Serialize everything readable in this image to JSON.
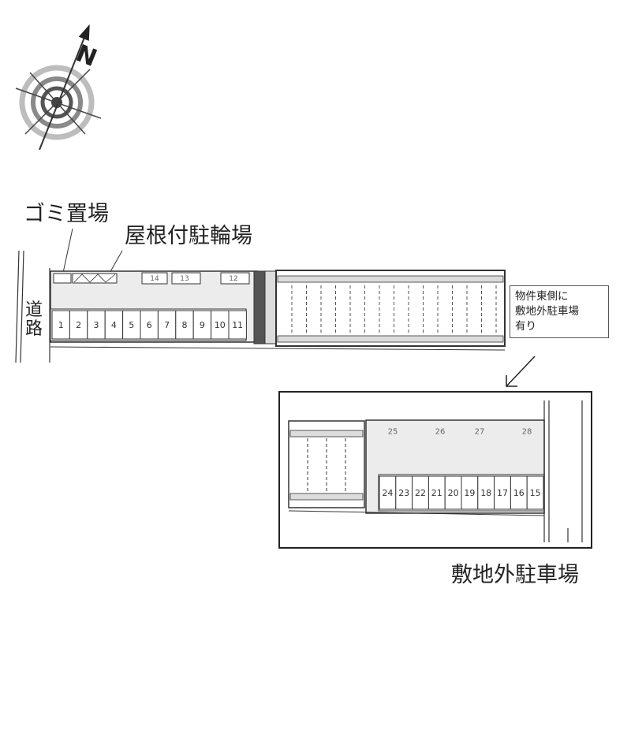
{
  "compass": {
    "north_label": "N",
    "icon": "compass-rose-icon"
  },
  "labels": {
    "garbage": "ゴミ置場",
    "bicycle": "屋根付駐輪場",
    "road_left": [
      "道",
      "路"
    ],
    "road_right": [
      "道",
      "路"
    ],
    "offsite": "敷地外駐車場"
  },
  "note": {
    "lines": [
      "物件東側に",
      "敷地外駐車場",
      "有り"
    ]
  },
  "site_spaces": [
    "1",
    "2",
    "3",
    "4",
    "5",
    "6",
    "7",
    "8",
    "9",
    "10",
    "11"
  ],
  "site_bike_spaces": [
    "14",
    "13",
    "12"
  ],
  "offsite_top_spaces": [
    "25",
    "26",
    "27",
    "28"
  ],
  "offsite_bottom_spaces": [
    "24",
    "23",
    "22",
    "21",
    "20",
    "19",
    "18",
    "17",
    "16",
    "15"
  ],
  "colors": {
    "pavement": "#ececec",
    "line": "#333333"
  }
}
